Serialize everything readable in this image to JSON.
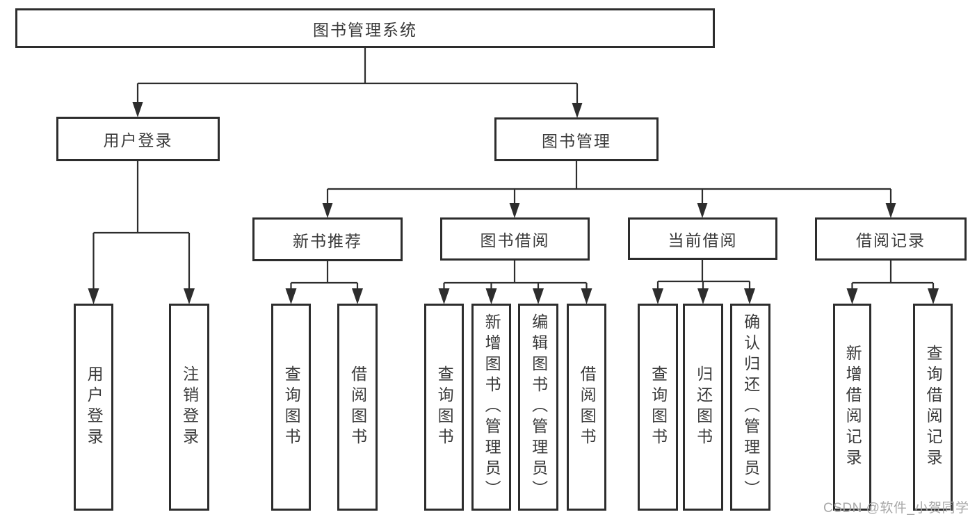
{
  "colors": {
    "line": "#2d2d2d",
    "box_border": "#2d2d2d",
    "text": "#3a3a3a",
    "watermark": "#a8a8a8",
    "background": "#ffffff"
  },
  "watermark": {
    "text": "CSDN @软件_小贺同学"
  },
  "tree": {
    "label": "图书管理系统",
    "children": [
      {
        "label": "用户登录",
        "children": [
          {
            "label": "用户登录"
          },
          {
            "label": "注销登录"
          }
        ]
      },
      {
        "label": "图书管理",
        "children": [
          {
            "label": "新书推荐",
            "children": [
              {
                "label": "查询图书"
              },
              {
                "label": "借阅图书"
              }
            ]
          },
          {
            "label": "图书借阅",
            "children": [
              {
                "label": "查询图书"
              },
              {
                "label": "新增图书（管理员）"
              },
              {
                "label": "编辑图书（管理员）"
              },
              {
                "label": "借阅图书"
              }
            ]
          },
          {
            "label": "当前借阅",
            "children": [
              {
                "label": "查询图书"
              },
              {
                "label": "归还图书"
              },
              {
                "label": "确认归还（管理员）"
              }
            ]
          },
          {
            "label": "借阅记录",
            "children": [
              {
                "label": "新增借阅记录"
              },
              {
                "label": "查询借阅记录"
              }
            ]
          }
        ]
      }
    ]
  }
}
